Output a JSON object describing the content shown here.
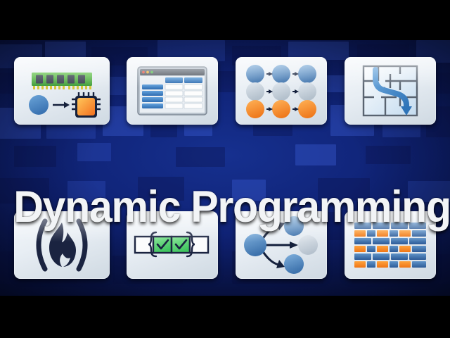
{
  "meta": {
    "title": "Dynamic Programming",
    "layout": "video-thumbnail",
    "letterbox": true
  },
  "colors": {
    "background_deep": "#04092a",
    "background_mid": "#0e2071",
    "background_bright": "#16308f",
    "letterbox": "#000000",
    "card_face": "#eef3f8",
    "title_text": "#f2f4f6",
    "accent_blue": "#4a87c8",
    "accent_blue_dark": "#2f5f9e",
    "accent_orange": "#f2892f",
    "accent_orange_light": "#fbb040",
    "accent_gray": "#c9d2da",
    "accent_green": "#5fd07a",
    "ram_green": "#56b24a",
    "ink": "#13213f"
  },
  "title": {
    "text": "Dynamic Programming"
  },
  "cards": {
    "top_row": [
      {
        "id": "memory-to-cpu",
        "name": "memory-cpu-card",
        "description": "RAM module above a blue circle with arrow pointing to an orange CPU chip",
        "elements": [
          "ram-stick-icon",
          "blue-circle-icon",
          "arrow-right-icon",
          "cpu-chip-icon"
        ]
      },
      {
        "id": "memo-table-window",
        "name": "table-window-card",
        "description": "Application window containing a memoization table with blue header row and blue first column",
        "elements": [
          "window-titlebar",
          "traffic-light-dots",
          "table-grid-icon"
        ],
        "table": {
          "columns": 2,
          "rows": 6
        }
      },
      {
        "id": "state-transition-grid",
        "name": "state-grid-card",
        "description": "Three by three grid of circles connected left to right by arrows",
        "rows": [
          {
            "color": "blue",
            "circles": 3
          },
          {
            "color": "gray",
            "circles": 3
          },
          {
            "color": "orange",
            "circles": 3
          }
        ]
      },
      {
        "id": "grid-path",
        "name": "maze-path-card",
        "description": "Maze grid with an S shaped blue arrow path ending in a downward arrowhead",
        "elements": [
          "maze-grid-icon",
          "blue-path-arrow-icon"
        ]
      }
    ],
    "bottom_row": [
      {
        "id": "burn-function",
        "name": "flame-parens-card",
        "description": "Flame glyph between two large parentheses",
        "elements": [
          "left-paren-icon",
          "flame-icon",
          "right-paren-icon"
        ]
      },
      {
        "id": "subarray-selection",
        "name": "checked-subarray-card",
        "description": "Row of four boxes, the middle two highlighted green with check marks and wrapped in curly braces",
        "boxes": [
          {
            "state": "empty",
            "checked": false
          },
          {
            "state": "checked",
            "checked": true
          },
          {
            "state": "checked",
            "checked": true
          },
          {
            "state": "empty",
            "checked": false
          }
        ]
      },
      {
        "id": "recursion-tree",
        "name": "branching-tree-card",
        "description": "Root blue circle branching via curved arrows to two blue circles and a straight arrow to a gray circle",
        "nodes": [
          {
            "color": "blue",
            "role": "root"
          },
          {
            "color": "blue",
            "role": "child-top"
          },
          {
            "color": "gray",
            "role": "child-middle"
          },
          {
            "color": "blue",
            "role": "child-bottom"
          }
        ]
      },
      {
        "id": "dp-brick-table",
        "name": "brick-table-card",
        "description": "Brick wall style table of blue and orange cells in six staggered rows",
        "rows": 6,
        "palette": [
          "blue",
          "orange"
        ]
      }
    ]
  }
}
